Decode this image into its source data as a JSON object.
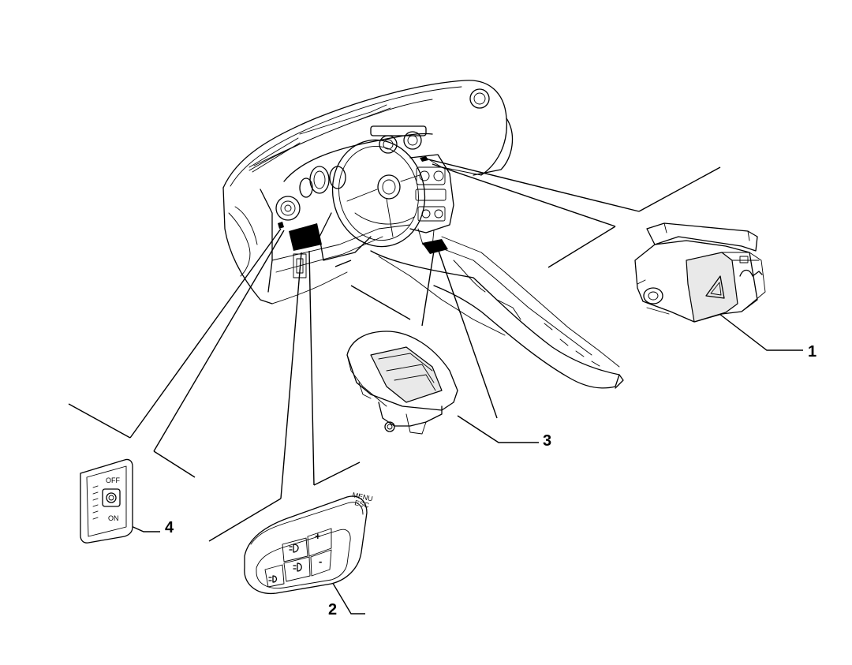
{
  "callouts": [
    {
      "id": "1",
      "label": "1"
    },
    {
      "id": "2",
      "label": "2"
    },
    {
      "id": "3",
      "label": "3"
    },
    {
      "id": "4",
      "label": "4"
    }
  ],
  "part_markings": {
    "off_label": "OFF",
    "on_label": "ON",
    "menu_label": "MENU",
    "esc_label": "ESC",
    "plus_label": "+",
    "minus_label": "-"
  }
}
